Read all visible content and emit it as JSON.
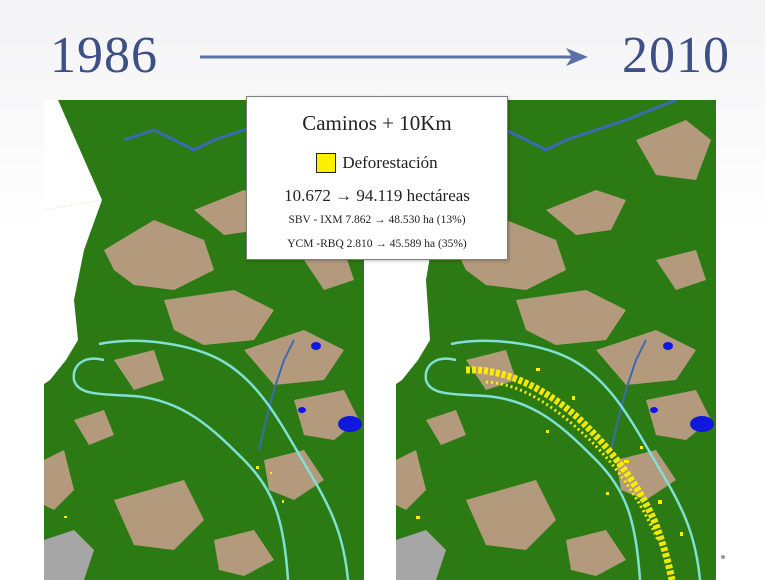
{
  "header": {
    "year_start": "1986",
    "year_end": "2010"
  },
  "legend": {
    "title": "Caminos + 10Km",
    "key_label": "Deforestación",
    "total_change": "10.672 → 94.119 hectáreas",
    "segments": [
      "SBV - IXM 7.862 → 48.530 ha (13%)",
      "YCM -RBQ 2.810 → 45.589 ha (35%)"
    ]
  },
  "colors": {
    "title_text": "#3c4f86",
    "arrow": "#5a71a8",
    "forest": "#2c7a14",
    "bare_land": "#b49a7c",
    "deforestation": "#ffee00",
    "road_buffer": "#7fe0d4",
    "water": "#1018e0",
    "river": "#3c6ab0"
  },
  "maps": [
    {
      "name": "map-1986",
      "deforestation_level": 0.1
    },
    {
      "name": "map-2010",
      "deforestation_level": 0.9
    }
  ]
}
